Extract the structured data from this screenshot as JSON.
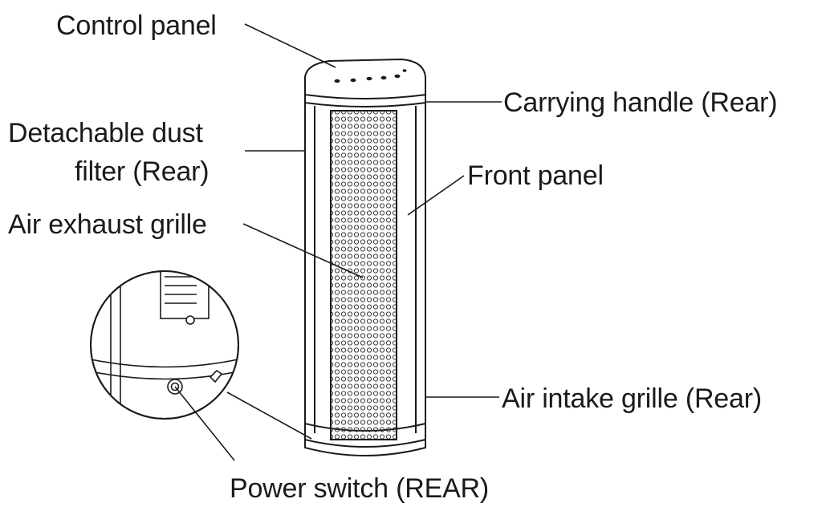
{
  "labels": {
    "control_panel": "Control panel",
    "carrying_handle": "Carrying handle (Rear)",
    "dust_filter_line1": "Detachable dust",
    "dust_filter_line2": "filter (Rear)",
    "front_panel": "Front panel",
    "exhaust_grille": "Air exhaust grille",
    "intake_grille": "Air intake grille (Rear)",
    "power_switch": "Power switch (REAR)"
  },
  "colors": {
    "line": "#1a1a1a",
    "grille_dot": "#3a3a3a",
    "background": "#ffffff"
  }
}
